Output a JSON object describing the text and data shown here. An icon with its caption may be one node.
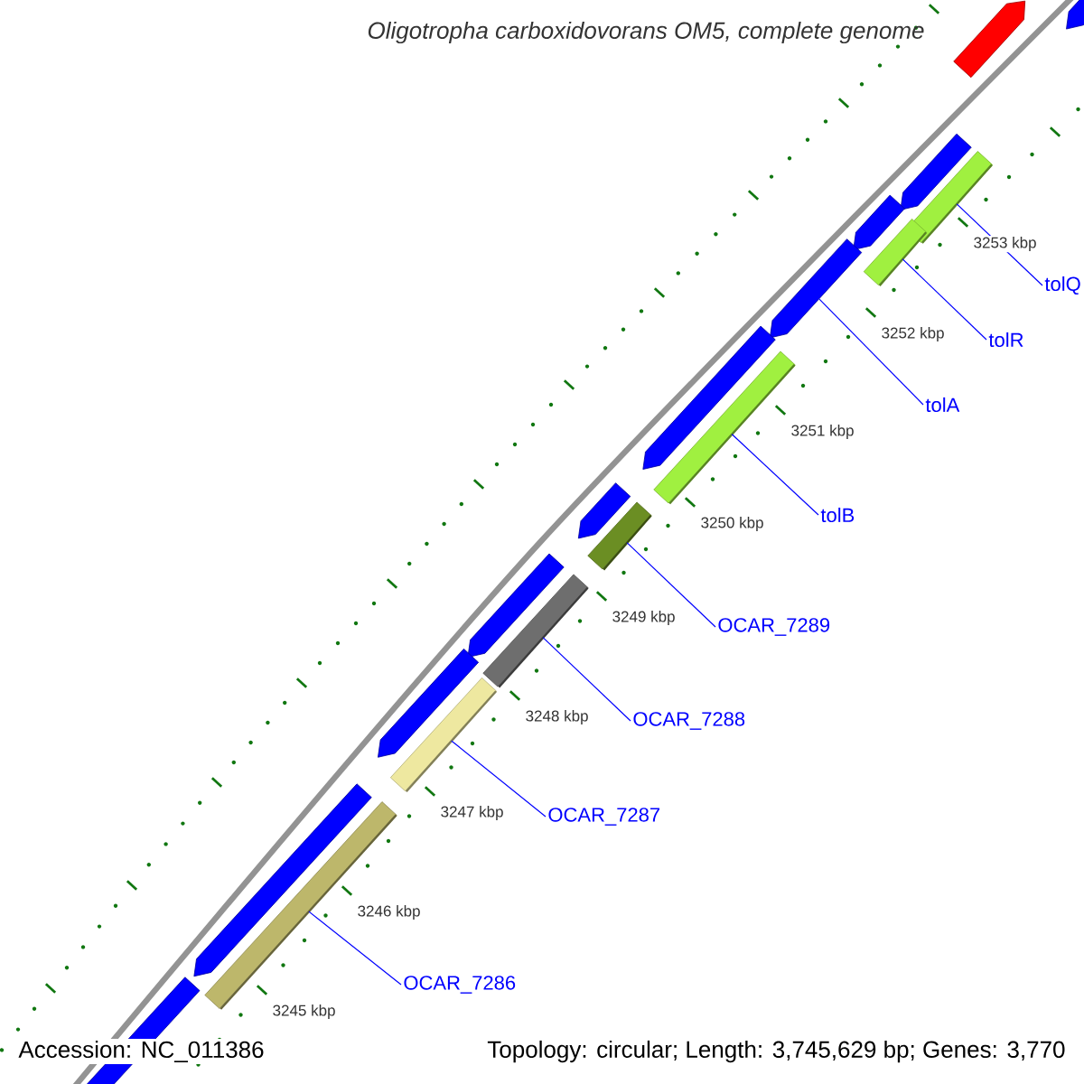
{
  "diagram": {
    "title": "Oligotropha carboxidovorans OM5, complete genome",
    "nodes": [
      {
        "text": [
          "tolQ"
        ]
      },
      {
        "text": [],
        "shape": "bar"
      },
      {
        "text": [
          "tolR"
        ]
      },
      {
        "text": [],
        "shape": "bar"
      },
      {
        "text": [
          "tolA"
        ]
      },
      {
        "text": [
          "tolB"
        ]
      },
      {
        "text": [],
        "shape": "bar"
      },
      {
        "text": [
          "OCAR_7289"
        ]
      },
      {
        "text": [],
        "shape": "bar"
      },
      {
        "text": [
          "OCAR_7288"
        ]
      },
      {
        "text": [],
        "shape": "bar"
      },
      {
        "text": [
          "OCAR_7287"
        ]
      },
      {
        "text": [],
        "shape": "bar"
      },
      {
        "text": [
          "OCAR_7286"
        ]
      },
      {
        "text": [],
        "shape": "bar"
      },
      {
        "text": [],
        "shape": "arrow"
      },
      {
        "text": [],
        "shape": "arrow"
      },
      {
        "text": [],
        "shape": "arrow"
      },
      {
        "text": [],
        "shape": "arrow"
      },
      {
        "text": [],
        "shape": "arrow"
      },
      {
        "text": [],
        "shape": "arrow"
      },
      {
        "text": [],
        "shape": "arrow"
      },
      {
        "text": [],
        "shape": "arrow"
      },
      {
        "text": [],
        "shape": "arrow"
      },
      {
        "text": [],
        "shape": "arrow"
      },
      {
        "text": [],
        "shape": "arrow"
      }
    ],
    "edges": [
      {
        "from": 0,
        "to": 1,
        "arrow": "none"
      },
      {
        "from": 2,
        "to": 3,
        "arrow": "none"
      },
      {
        "from": 4,
        "to": 19,
        "arrow": "none"
      },
      {
        "from": 5,
        "to": 6,
        "arrow": "none"
      },
      {
        "from": 7,
        "to": 8,
        "arrow": "none"
      },
      {
        "from": 9,
        "to": 10,
        "arrow": "none"
      },
      {
        "from": 11,
        "to": 12,
        "arrow": "none"
      },
      {
        "from": 13,
        "to": 14,
        "arrow": "none"
      }
    ],
    "labels": [
      "3253 kbp",
      "3252 kbp",
      "3251 kbp",
      "3250 kbp",
      "3249 kbp",
      "3248 kbp",
      "3247 kbp",
      "3246 kbp",
      "3245 kbp",
      "Accession: NC_011386",
      "Topology: circular; Length: 3,745,629 bp; Genes: 3,770"
    ]
  }
}
